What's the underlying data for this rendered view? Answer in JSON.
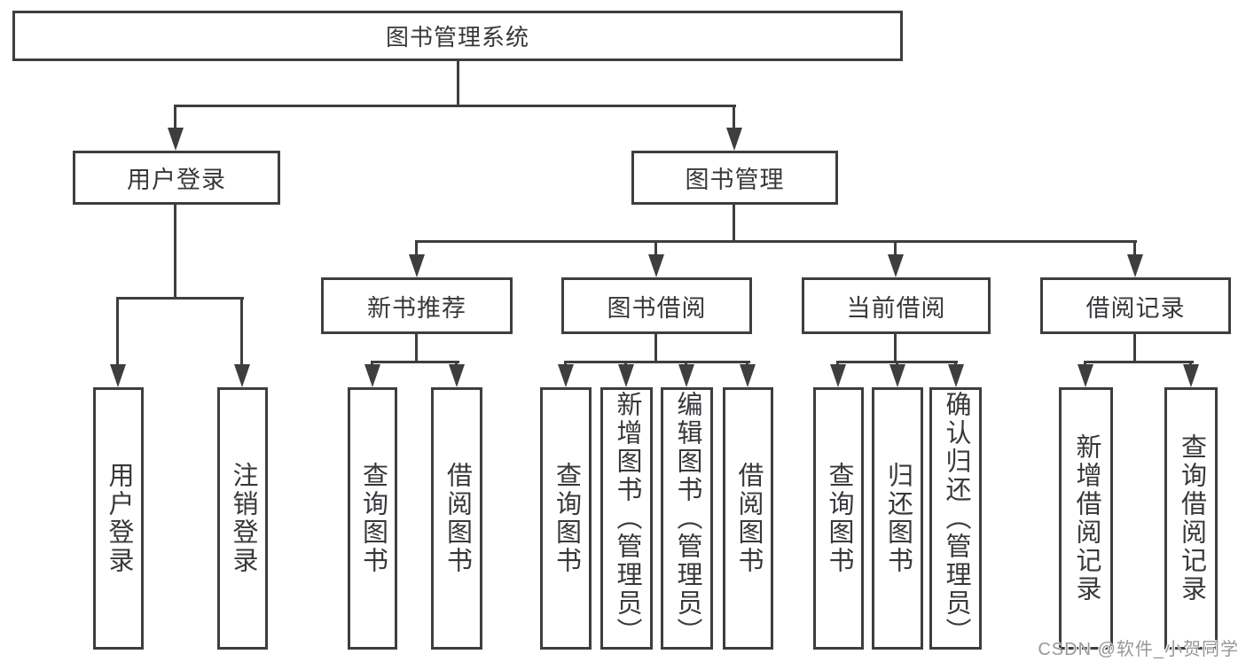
{
  "diagram_title": "图书管理系统",
  "tree": {
    "label": "图书管理系统",
    "children": [
      {
        "label": "用户登录",
        "children": [
          {
            "label": "用户登录"
          },
          {
            "label": "注销登录"
          }
        ]
      },
      {
        "label": "图书管理",
        "children": [
          {
            "label": "新书推荐",
            "children": [
              {
                "label": "查询图书"
              },
              {
                "label": "借阅图书"
              }
            ]
          },
          {
            "label": "图书借阅",
            "children": [
              {
                "label": "查询图书"
              },
              {
                "label": "新增图书（管理员）"
              },
              {
                "label": "编辑图书（管理员）"
              },
              {
                "label": "借阅图书"
              }
            ]
          },
          {
            "label": "当前借阅",
            "children": [
              {
                "label": "查询图书"
              },
              {
                "label": "归还图书"
              },
              {
                "label": "确认归还（管理员）"
              }
            ]
          },
          {
            "label": "借阅记录",
            "children": [
              {
                "label": "新增借阅记录"
              },
              {
                "label": "查询借阅记录"
              }
            ]
          }
        ]
      }
    ]
  },
  "watermark": {
    "text": "CSDN @软件_小贺同学"
  },
  "colors": {
    "line": "#3e3e3e",
    "box_border": "#3e3e3e",
    "box_fill": "#ffffff",
    "text": "#38383c",
    "watermark": "#97979c",
    "background": "#ffffff"
  }
}
